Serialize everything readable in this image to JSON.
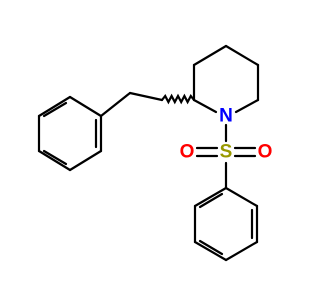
{
  "molecule": {
    "atoms": {
      "nitrogen": {
        "label": "N",
        "color": "#0000ff"
      },
      "sulfur": {
        "label": "S",
        "color": "#999900"
      },
      "oxygen_left": {
        "label": "O",
        "color": "#ff0000"
      },
      "oxygen_right": {
        "label": "O",
        "color": "#ff0000"
      }
    },
    "bond_color": "#000000",
    "stereo_bond": "wavy"
  }
}
